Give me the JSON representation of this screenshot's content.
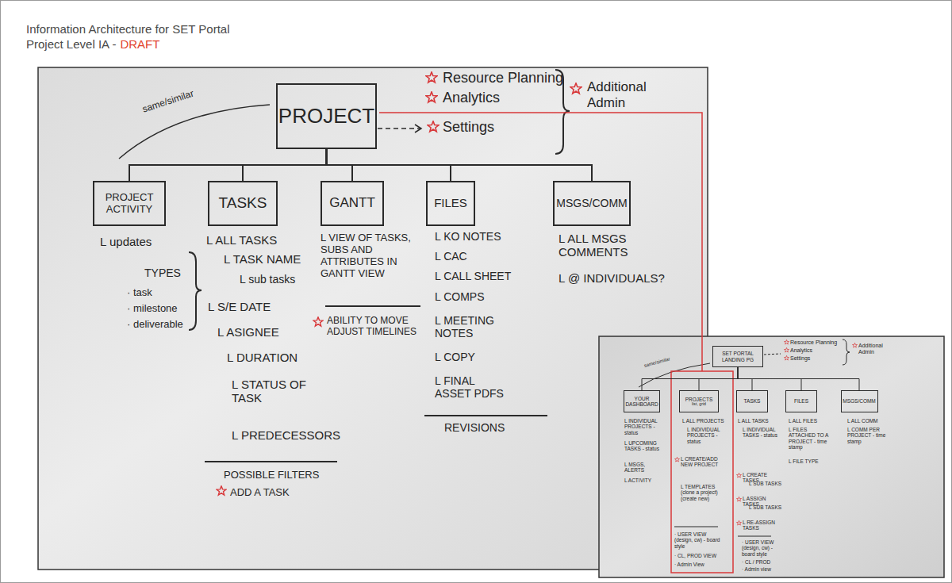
{
  "diagram": {
    "title": "Information Architecture for SET Portal",
    "nodes": [
      {
        "text": [
          "PROJECT"
        ]
      },
      {
        "text": [
          "PROJECT ACTIVITY"
        ]
      },
      {
        "text": [
          "TASKS"
        ]
      },
      {
        "text": [
          "GANTT"
        ]
      },
      {
        "text": [
          "FILES"
        ]
      },
      {
        "text": [
          "MSGS/COMM"
        ]
      },
      {
        "text": [
          "SET PORTAL LANDING PG"
        ]
      },
      {
        "text": [
          "YOUR DASHBOARD"
        ]
      },
      {
        "text": [
          "PROJECTS",
          "list, grid"
        ]
      },
      {
        "text": [
          "TASKS"
        ]
      },
      {
        "text": [
          "FILES"
        ]
      },
      {
        "text": [
          "MSGS/COMM"
        ]
      }
    ],
    "edges": [
      {
        "from": 0,
        "to": 1,
        "arrow": "none"
      },
      {
        "from": 0,
        "to": 2,
        "arrow": "none"
      },
      {
        "from": 0,
        "to": 3,
        "arrow": "none"
      },
      {
        "from": 0,
        "to": 4,
        "arrow": "none"
      },
      {
        "from": 0,
        "to": 5,
        "arrow": "none"
      },
      {
        "from": 6,
        "to": 7,
        "arrow": "none"
      },
      {
        "from": 6,
        "to": 8,
        "arrow": "none"
      },
      {
        "from": 6,
        "to": 9,
        "arrow": "none"
      },
      {
        "from": 6,
        "to": 10,
        "arrow": "none"
      },
      {
        "from": 6,
        "to": 11,
        "arrow": "none"
      }
    ],
    "labels": [
      "Project Level IA -",
      "DRAFT",
      "same/similar",
      "Resource Planning",
      "Analytics",
      "Settings",
      "Additional Admin",
      "L updates",
      "TYPES",
      "· task",
      "· milestone",
      "· deliverable",
      "L ALL TASKS",
      "L TASK NAME",
      "L sub tasks",
      "L S/E DATE",
      "L ASIGNEE",
      "L DURATION",
      "L STATUS OF TASK",
      "L PREDECESSORS",
      "POSSIBLE FILTERS",
      "ADD A TASK",
      "L VIEW OF TASKS, SUBS AND ATTRIBUTES IN GANTT VIEW",
      "ABILITY TO MOVE ADJUST TIMELINES",
      "L KO NOTES",
      "L CAC",
      "L CALL SHEET",
      "L COMPS",
      "L MEETING NOTES",
      "L COPY",
      "L FINAL ASSET PDFS",
      "REVISIONS",
      "L ALL MSGS COMMENTS",
      "L @ INDIVIDUALS?",
      "same/similar",
      "Resource Planning",
      "Analytics",
      "Settings",
      "Additional Admin",
      "L INDIVIDUAL PROJECTS - status",
      "L UPCOMING TASKS - status",
      "L MSGS, ALERTS",
      "L ACTIVITY",
      "L ALL PROJECTS",
      "L INDIVIDUAL PROJECTS - status",
      "L CREATE/ADD NEW PROJECT",
      "L TEMPLATES (clone a project) (create new)",
      "· USER VIEW (design, cw) - board style",
      "· CL, PROD VIEW",
      "· Admin View",
      "L ALL TASKS",
      "L INDIVIDUAL TASKS - status",
      "L CREATE TASKS",
      "L SUB TASKS",
      "L ASSIGN TASKS",
      "L SUB TASKS",
      "L RE-ASSIGN TASKS",
      "· USER VIEW (design, cw) - board style",
      "· CL / PROD",
      "· Admin view",
      "L ALL FILES",
      "L FILES ATTACHED TO A PROJECT - time stamp",
      "L FILE TYPE",
      "L ALL COMM",
      "L COMM PER PROJECT - time stamp"
    ]
  }
}
